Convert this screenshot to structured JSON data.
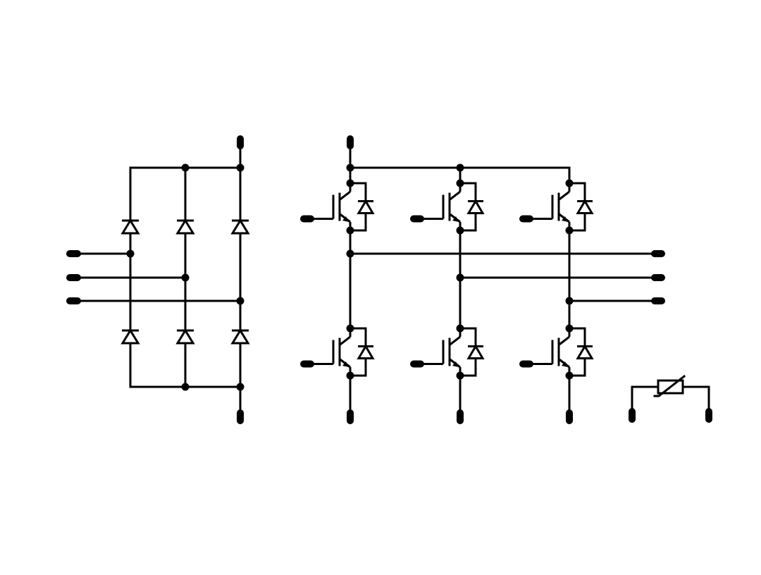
{
  "diagram": {
    "kind": "schematic",
    "sections": [
      {
        "name": "rectifier",
        "component": "diode-bridge",
        "phases": 3
      },
      {
        "name": "inverter",
        "component": "igbt-with-freewheel-diode",
        "legs": 3
      },
      {
        "name": "sensor",
        "component": "ntc-thermistor"
      }
    ]
  },
  "colors": {
    "line": "#000000",
    "background": "#ffffff"
  }
}
